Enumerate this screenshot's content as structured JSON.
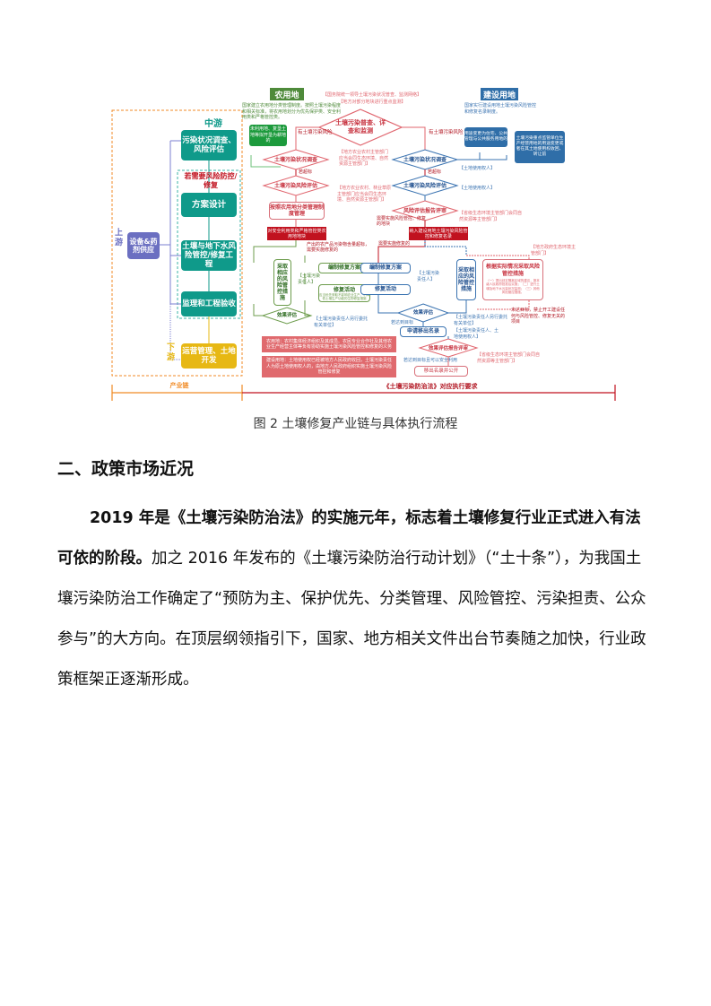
{
  "figure": {
    "chain": {
      "midstream_label": "中游",
      "upstream_label": "上游",
      "downstream_label": "下游",
      "supply_box": "设备&药剂供应",
      "step1": "污染状况调查、风险评估",
      "conditional": "若需要风险防控/修复",
      "step2": "方案设计",
      "step3": "土壤与地下水风险管控/修复工程",
      "step4": "监理和工程验收",
      "step5": "运营管理、土地开发",
      "bracket_label": "产业链"
    },
    "agri": {
      "title": "农用地",
      "intro": "国家建立农用地分类管理制度。按照土壤污染程度和相关标准，将农用地划分为优先保护类、安全利用类和严格管控类。",
      "unused_land": "未利用地、复垦土地等拟开垦为耕地的",
      "has_risk": "有土壤污染风险",
      "survey": "土壤污染状况调查",
      "exceed": "若超标",
      "risk_assess": "土壤污染风险评估",
      "survey_note": "【地方农业农村主管部门应当会同生态环境、自然资源主管部门】",
      "assess_note": "【地方农业农村、林业草原主管部门应当会同生态环境、自然资源主管部门】",
      "classify": "按照农用地分类管理制度管理",
      "strict_box": "对安全利用类和严格管控类农用地地块",
      "exceed_products": "产出的农产品污染物含量超标，需要实施修复的",
      "measures": "采取相应的风险管控措施",
      "responsible": "【土壤污染责任人】",
      "plan": "编制修复方案",
      "activity": "修复活动",
      "activity_note": "应当优先采取不影响农业生产、不降低土壤生产功能的生物修复措施",
      "effect": "效果评估",
      "effect_note": "【土壤污染责任人另行委托有关单位】",
      "duty_agri": "农用地：农村集体经济组织及其成员、农民专业合作社及其他农业生产经营主体等负有协助实施土壤污染风险管控和修复的义务",
      "duty_construct": "建设用地：土地使用权已经被地方人民政府收回，土壤污染责任人为原土地使用权人的，由地方人民政府组织实施土壤污染风险管控和修复"
    },
    "center": {
      "top_note_1": "【国务院统一领导土壤污染状况普查、监测网络】",
      "top_note_2": "【地方对部分地块进行重点监测】",
      "diamond": "土壤污染普查、详查和监测"
    },
    "construct": {
      "title": "建设用地",
      "intro": "国家实行建设用地土壤污染风险管控和修复名录制度。",
      "use_change": "用途变更为住宅、公共管理与公共服务用地的",
      "key_unit": "土壤污染重点监管单位生产经营用地的用途变更或者在其土地使用权收回、转让前",
      "has_risk": "有土壤污染风险",
      "survey": "土壤污染状况调查",
      "exceed": "若超标",
      "risk_assess": "土壤污染风险评估",
      "holder_1": "【土地使用权人】",
      "holder_2": "【土地使用权人】",
      "review": "风险评估报告评审",
      "review_note": "【省级生态环境主管部门会同自然资源等主管部门】",
      "need_control": "需要实施风险管控、修复的地块",
      "list_box": "纳入建设用地土壤污染风险管控和修复名录",
      "need_repair": "需要实施修复的",
      "plan": "编制修复方案",
      "responsible": "【土壤污染责任人】",
      "activity": "修复活动",
      "measures": "采取相应的风险管控措施",
      "gov_note": "【地方政府生态环境主管部门】",
      "actual_title": "根据实际情况采取风险管控措施",
      "actual_body": "（一）提出划定隔离区域的建议，报本级人民政府批准后实施；（二）进行土壤及地下水污染状况监测；（三）其他风险管控措施。",
      "effect": "效果评估",
      "effect_note": "【土壤污染责任人另行委托有关单位】",
      "not_met": "未达目标，禁止开工建设任何与风险管控、修复无关的项目",
      "met": "若达到目标",
      "apply_remove": "申请移出名录",
      "apply_note": "【土壤污染责任人、土地使用权人】",
      "effect_review": "效果评估报告评审",
      "met_safe": "若达到目标且可以安全利用",
      "review_note_2": "【省级生态环境主管部门会同自然资源等主管部门】",
      "remove_publish": "移出名录并公开"
    },
    "law_bracket_label": "《土壤污染防治法》对应执行要求"
  },
  "caption": "图 2  土壤修复产业链与具体执行流程",
  "section": {
    "heading": "二、政策市场近况",
    "bold_lead": "2019 年是《土壤污染防治法》的实施元年，标志着土壤修复行业正式进入有法可依的阶段。",
    "body": "加之 2016 年发布的《土壤污染防治行动计划》（“土十条”），为我国土壤污染防治工作确定了“预防为主、保护优先、分类管理、风险管控、污染担责、公众参与”的大方向。在顶层纲领指引下，国家、地方相关文件出台节奏随之加快，行业政策框架正逐渐形成。"
  },
  "colors": {
    "teal": "#0f9a8a",
    "purple": "#6b6fc1",
    "yellow": "#e7b814",
    "agri_green": "#4e8a3a",
    "construct_blue": "#2f6ea8",
    "alert_red": "#c1121f",
    "bracket_orange": "#f08a24"
  }
}
